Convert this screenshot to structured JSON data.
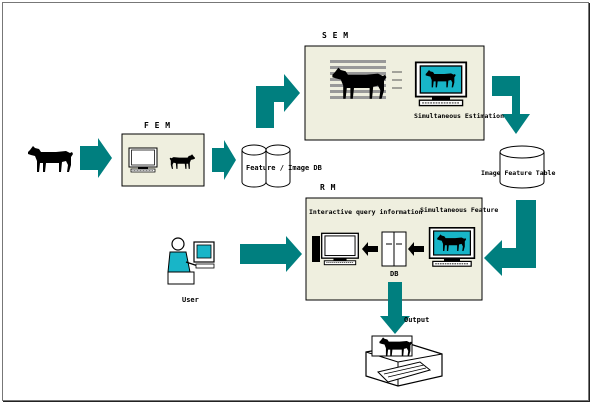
{
  "labels": {
    "fem": "F E M",
    "sem": "S E M",
    "rm": "R M",
    "feature_db": "Feature / Image DB",
    "simultaneous_estimation": "Simultaneous Estimation",
    "image_feature_table": "Image Feature Table",
    "interactive_query": "Interactive query information",
    "simultaneous_feature": "Simultaneous Feature",
    "db": "DB",
    "user": "User",
    "output": "Output"
  },
  "colors": {
    "arrow": "#007f7f",
    "box_fill": "#efefdf",
    "box_border": "#000000",
    "monitor_screen": "#18b5c8",
    "cylinder": "#ffffff"
  },
  "icons": [
    "dog-silhouette-icon",
    "computer-monitor-icon",
    "database-cylinder-icon",
    "user-at-computer-icon",
    "printer-icon"
  ]
}
